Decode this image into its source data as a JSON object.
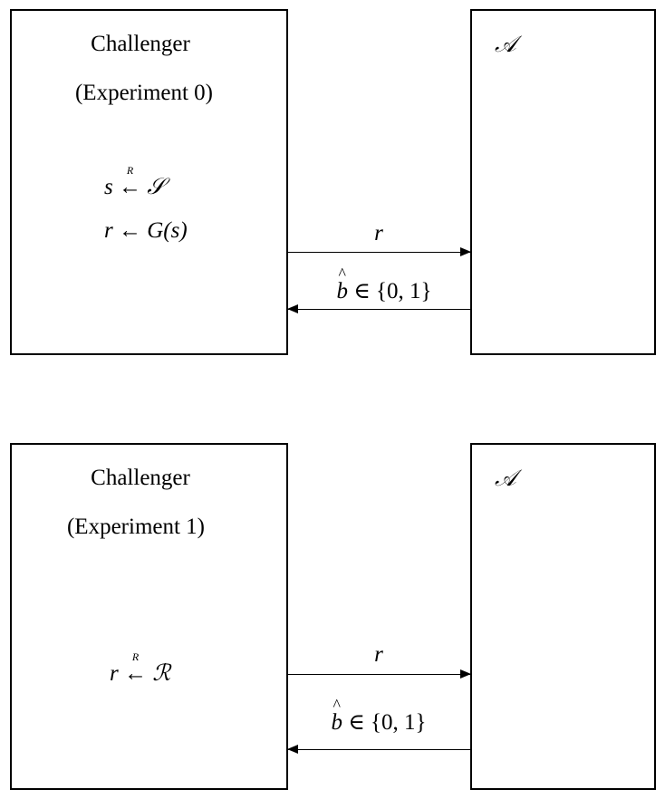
{
  "experiments": [
    {
      "challenger_title": "Challenger",
      "experiment_label": "(Experiment 0)",
      "adversary_label": "𝒜",
      "steps": [
        {
          "lhs": "s",
          "arrow": "←",
          "arrow_sup": "R",
          "rhs": "𝒮"
        },
        {
          "lhs": "r",
          "arrow": "←",
          "rhs": "G(s)"
        }
      ],
      "message_to_adversary": "r",
      "response_symbol": "b",
      "response_hat": "^",
      "response_text": "∈ {0, 1}"
    },
    {
      "challenger_title": "Challenger",
      "experiment_label": "(Experiment 1)",
      "adversary_label": "𝒜",
      "steps": [
        {
          "lhs": "r",
          "arrow": "←",
          "arrow_sup": "R",
          "rhs": "ℛ"
        }
      ],
      "message_to_adversary": "r",
      "response_symbol": "b",
      "response_hat": "^",
      "response_text": "∈ {0, 1}"
    }
  ]
}
